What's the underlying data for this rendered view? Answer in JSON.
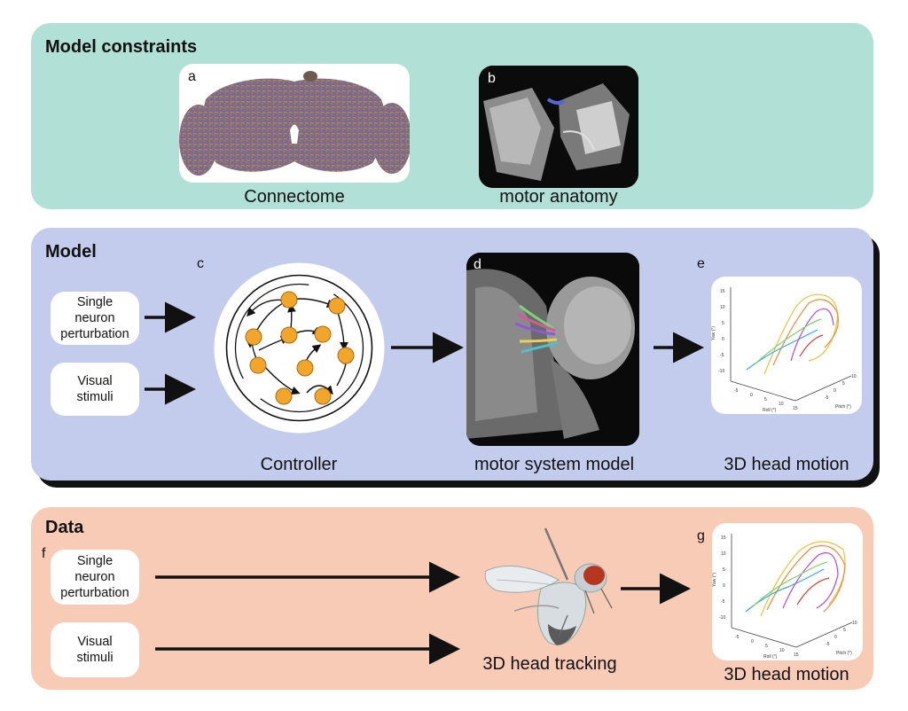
{
  "panels": {
    "constraints": {
      "title": "Model constraints"
    },
    "model": {
      "title": "Model"
    },
    "data": {
      "title": "Data"
    }
  },
  "labels": {
    "a": "a",
    "b": "b",
    "c": "c",
    "d": "d",
    "e": "e",
    "f": "f",
    "g": "g"
  },
  "captions": {
    "connectome": "Connectome",
    "motor_anatomy": "motor anatomy",
    "controller": "Controller",
    "motor_system_model": "motor system model",
    "head_motion_model": "3D head motion",
    "head_tracking": "3D head tracking",
    "head_motion_data": "3D head motion"
  },
  "inputs": {
    "model_single": [
      "Single",
      "neuron",
      "perturbation"
    ],
    "model_visual": [
      "Visual",
      "stimuli"
    ],
    "data_single": [
      "Single",
      "neuron",
      "perturbation"
    ],
    "data_visual": [
      "Visual",
      "stimuli"
    ]
  },
  "plot_axes": {
    "z_label": "Yaw (°)",
    "x_label": "Roll (°)",
    "y_label": "Pitch (°)",
    "z_ticks": [
      "15",
      "10",
      "5",
      "0",
      "-5",
      "-10"
    ],
    "x_ticks": [
      "-5",
      "0",
      "5",
      "10",
      "15"
    ],
    "y_ticks": [
      "-5",
      "0",
      "5",
      "10"
    ]
  },
  "colors": {
    "constraints_bg": "#b0e0d6",
    "model_bg": "#c3ccec",
    "data_bg": "#f7cbb6",
    "neuron_node": "#f2a52b",
    "fly_eye": "#b5371f"
  },
  "icons": {
    "connectome": "fly-brain-connectome-image",
    "motor_anatomy": "micro-ct-neck-anatomy-image",
    "controller": "neural-network-controller-diagram",
    "motor_model": "fly-head-musculoskeletal-render",
    "fly": "fruit-fly-illustration"
  }
}
